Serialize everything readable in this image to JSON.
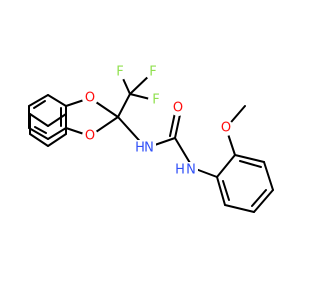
{
  "colors": {
    "background": "#ffffff",
    "bond": "#000000",
    "oxygen": "#ff0d0d",
    "nitrogen": "#3050f8",
    "fluorine": "#90e050"
  },
  "molecule": {
    "atoms": {
      "o_ring_top": "O",
      "o_ring_bottom": "O",
      "f_left": "F",
      "f_right": "F",
      "f_bottom": "F",
      "nh_ring_side": "N",
      "nh_ring_side_h": "H",
      "o_carbonyl": "O",
      "nh_aryl_side": "N",
      "nh_aryl_side_h": "H",
      "o_methoxy": "O"
    }
  }
}
